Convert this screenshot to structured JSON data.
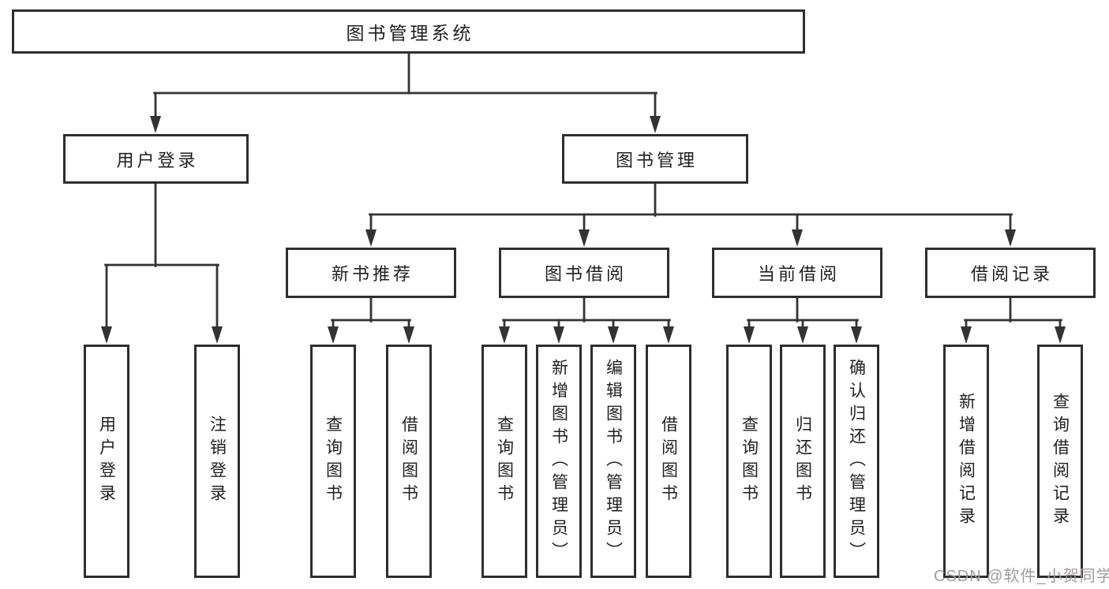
{
  "colors": {
    "background": "#ffffff",
    "line": "#333333",
    "box_border": "#2e2e2e",
    "text": "#1f1f1f",
    "watermark": "#a39b9e"
  },
  "tree": {
    "label": "图书管理系统",
    "children": [
      {
        "label": "用户登录",
        "children": [
          {
            "label": "用户登录"
          },
          {
            "label": "注销登录"
          }
        ]
      },
      {
        "label": "图书管理",
        "children": [
          {
            "label": "新书推荐",
            "children": [
              {
                "label": "查询图书"
              },
              {
                "label": "借阅图书"
              }
            ]
          },
          {
            "label": "图书借阅",
            "children": [
              {
                "label": "查询图书"
              },
              {
                "label": "新增图书（管理员）"
              },
              {
                "label": "编辑图书（管理员）"
              },
              {
                "label": "借阅图书"
              }
            ]
          },
          {
            "label": "当前借阅",
            "children": [
              {
                "label": "查询图书"
              },
              {
                "label": "归还图书"
              },
              {
                "label": "确认归还（管理员）"
              }
            ]
          },
          {
            "label": "借阅记录",
            "children": [
              {
                "label": "新增借阅记录"
              },
              {
                "label": "查询借阅记录"
              }
            ]
          }
        ]
      }
    ]
  },
  "watermark": {
    "text": "CSDN @软件_小贺同学"
  }
}
